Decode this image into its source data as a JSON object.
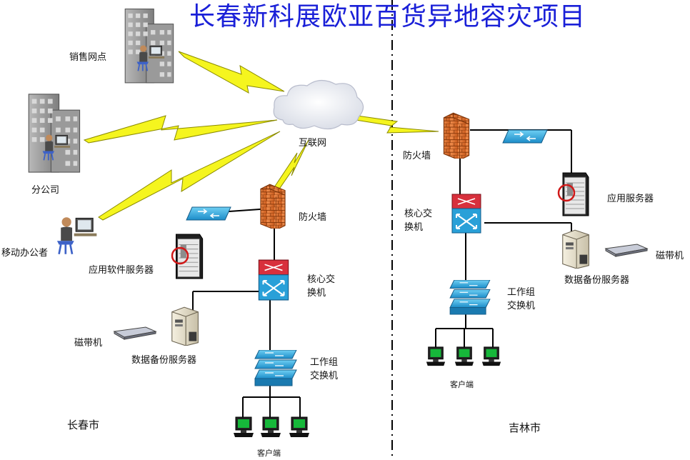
{
  "title": "长春新科展欧亚百货异地容灾项目",
  "changchun": {
    "city": "长春市",
    "sales_point": "销售网点",
    "branch": "分公司",
    "mobile_office": "移动办公者",
    "internet": "互联网",
    "firewall": "防火墙",
    "core_switch": [
      "核心交",
      "换机"
    ],
    "app_software_server": "应用软件服务器",
    "tape_drive": "磁带机",
    "backup_server": "数据备份服务器",
    "workgroup_switch": [
      "工作组",
      "交换机"
    ],
    "client": "客户端"
  },
  "jilin": {
    "city": "吉林市",
    "firewall": "防火墙",
    "core_switch": [
      "核心交",
      "换机"
    ],
    "app_server": "应用服务器",
    "tape_drive": "磁带机",
    "backup_server": "数据备份服务器",
    "workgroup_switch": [
      "工作组",
      "交换机"
    ],
    "client": "客户端"
  },
  "colors": {
    "title": "#1a20d8",
    "lightning": "#f5f51e",
    "lightning_edge": "#8a8a00",
    "firewall": "#e07028",
    "switch_cyan": "#29a8e0",
    "core_red": "#d8303c",
    "server_dark": "#2a2a2a",
    "cloud": "#f0f2f6"
  },
  "icons": [
    "building-icon",
    "person-at-desk-icon",
    "cloud-icon",
    "lightning-icon",
    "firewall-icon",
    "switch-icon",
    "core-switch-icon",
    "rack-server-icon",
    "tower-server-icon",
    "tape-drive-icon",
    "workstation-icon"
  ]
}
